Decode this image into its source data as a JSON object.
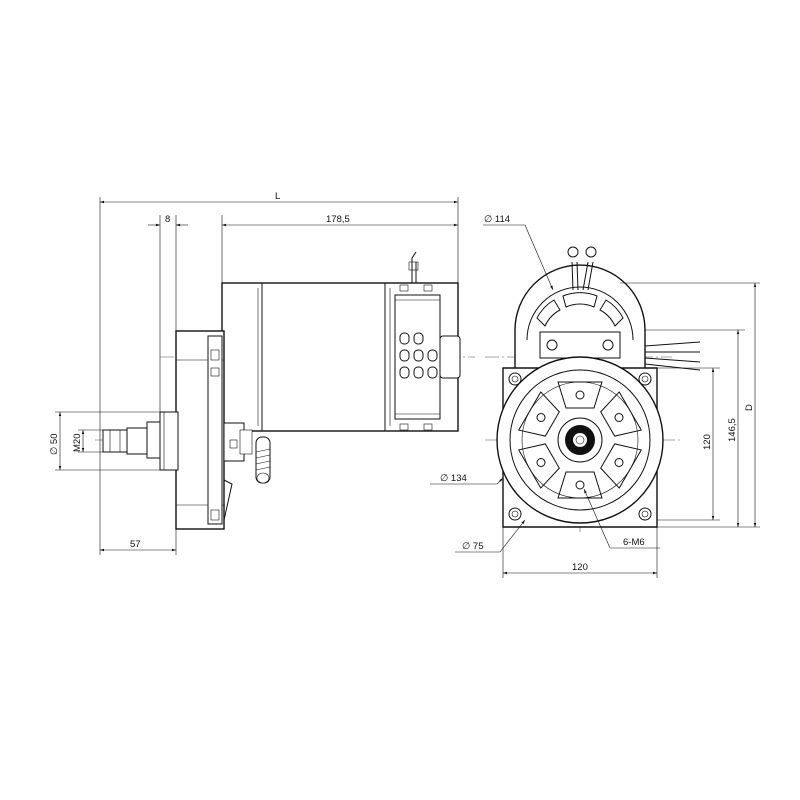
{
  "dimensions": {
    "overall_length": "L",
    "flange_offset": "8",
    "motor_length": "178,5",
    "shaft_diameter": "∅ 50",
    "thread": "M20",
    "shaft_length": "57",
    "cover_diameter": "∅ 114",
    "flange_diameter": "∅ 134",
    "hub_diameter": "∅ 75",
    "mount_width": "120",
    "mount_height": "120",
    "total_height": "146,5",
    "depth": "D",
    "bolts": "6-M6"
  },
  "colors": {
    "line": "#111111",
    "background": "#ffffff"
  }
}
